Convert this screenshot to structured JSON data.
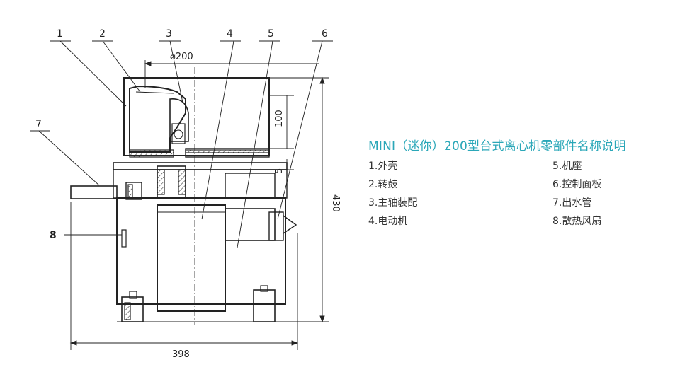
{
  "drawing": {
    "callouts": [
      "1",
      "2",
      "3",
      "4",
      "5",
      "6",
      "7",
      "8"
    ],
    "dimensions": {
      "diameter": "⌀200",
      "height_upper": "100",
      "gap": "5",
      "total_height": "430",
      "total_width": "398"
    }
  },
  "legend": {
    "title": "MINI（迷你）200型台式离心机零部件名称说明",
    "left_column": [
      "1.外壳",
      "2.转鼓",
      "3.主轴装配",
      "4.电动机"
    ],
    "right_column": [
      "5.机座",
      "6.控制面板",
      "7.出水管",
      "8.散热风扇"
    ]
  }
}
